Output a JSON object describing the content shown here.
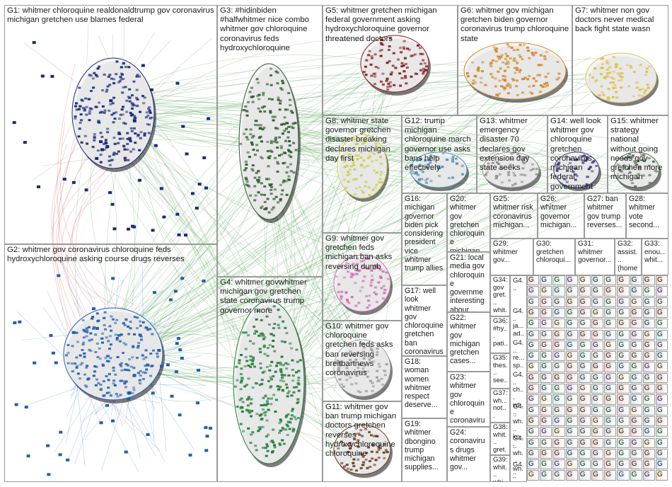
{
  "graph": {
    "edge_colors": {
      "green": "#2e8b2e",
      "blue": "#2f6fd6",
      "red": "#d04040",
      "grey": "#7f7f7f"
    },
    "groups": [
      {
        "id": "G1",
        "label": "G1: whitmer chloroquine realdonaldtrump gov coronavirus michigan gretchen use blames federal",
        "color": "#1a2a7a"
      },
      {
        "id": "G2",
        "label": "G2: whitmer gov coronavirus chloroquine feds hydroxychloroquine asking course drugs reverses",
        "color": "#1f5fb0"
      },
      {
        "id": "G3",
        "label": "G3: #hidinbiden #halfwhitmer nice combo whitmer gov chloroquine coronavirus feds hydroxychloroquine",
        "color": "#2e5a2e"
      },
      {
        "id": "G4",
        "label": "G4: whitmer govwhitmer michigan gov gretchen state coronavirus trump governor more",
        "color": "#1f7a3a"
      },
      {
        "id": "G5",
        "label": "G5: whitmer gretchen michigan federal government asking hydroxychloroquine governor threatened doctors",
        "color": "#8a1a1a"
      },
      {
        "id": "G6",
        "label": "G6: whitmer gov michigan gretchen biden governor coronavirus trump chloroquine state",
        "color": "#d4892a"
      },
      {
        "id": "G7",
        "label": "G7: whitmer non gov doctors never medical back fight state wasn",
        "color": "#e0c050"
      },
      {
        "id": "G8",
        "label": "G8: whitmer state governor gretchen disaster breaking declares michigan day first",
        "color": "#c8d040"
      },
      {
        "id": "G9",
        "label": "G9: whitmer gov gretchen feds michigan ban asks reversing dumb",
        "color": "#d070b0"
      },
      {
        "id": "G10",
        "label": "G10: whitmer gov chloroquine gretchen feds asks ban reversing breitbartnews coronavirus",
        "color": "#a0a0a0"
      },
      {
        "id": "G11",
        "label": "G11: whitmer gov ban trump michigan doctors gretchen reverses hydroxychloroquine chloroquine",
        "color": "#6a3a1a"
      },
      {
        "id": "G12",
        "label": "G12: trump michigan chloroquine march governor use asks bans help effectively",
        "color": "#4a8ab0"
      },
      {
        "id": "G13",
        "label": "G13: whitmer emergency disaster 70 declares gov extension day state seeks",
        "color": "#909090"
      },
      {
        "id": "G14",
        "label": "G14: well look whitmer gov chloroquine gretchen coronavirus michigan federal government",
        "color": "#3a3a8a"
      },
      {
        "id": "G15",
        "label": "G15: whitmer strategy national without going needs gov gretchen more michigan",
        "color": "#4a6a4a"
      },
      {
        "id": "G16",
        "label": "G16: michigan governor biden pick considering president vice whitmer trump allies",
        "color": "#6a6a6a"
      },
      {
        "id": "G17",
        "label": "G17: well look whitmer gov chloroquine gretchen ban coronavirus...",
        "color": "#8a8a4a"
      },
      {
        "id": "G18",
        "label": "G18: woman women whitmer respect deserve...",
        "color": "#a05050"
      },
      {
        "id": "G19",
        "label": "G19: whitmer dbongino trump michigan supplies...",
        "color": "#5050a0"
      },
      {
        "id": "G20",
        "label": "G20: whitmer gov gretchen chloroquine michigan...",
        "color": "#508050"
      },
      {
        "id": "G21",
        "label": "G21: local media gov chloroquine governme interesting abour...",
        "color": "#807050"
      },
      {
        "id": "G22",
        "label": "G22: whitmer gov michigan gretchen cases...",
        "color": "#705080"
      },
      {
        "id": "G23",
        "label": "G23: whitmer gov chloroquine coronavirus feds...",
        "color": "#507080"
      },
      {
        "id": "G24",
        "label": "G24: coronavirus drugs whitmer gov...",
        "color": "#806050"
      },
      {
        "id": "G25",
        "label": "G25: whitmer risk coronavirus michigan...",
        "color": "#505050"
      },
      {
        "id": "G26",
        "label": "G26: whitmer governor michigan...",
        "color": "#607060"
      },
      {
        "id": "G27",
        "label": "G27: ban whitmer gov trump reverses...",
        "color": "#704040"
      },
      {
        "id": "G28",
        "label": "G28: whitmer vote second...",
        "color": "#404070"
      },
      {
        "id": "G29",
        "label": "G29: whitmer gov...",
        "color": "#606060"
      },
      {
        "id": "G30",
        "label": "G30: gretchen chloroqui...",
        "color": "#606060"
      },
      {
        "id": "G31",
        "label": "G31: whitmer governor...",
        "color": "#606060"
      },
      {
        "id": "G32",
        "label": "G32: assist... (home...",
        "color": "#606060"
      },
      {
        "id": "G33",
        "label": "G33: enou... whit...",
        "color": "#606060"
      },
      {
        "id": "G34",
        "label": "G34: gov gret... whit...",
        "color": "#606060"
      },
      {
        "id": "G35",
        "label": "G35: thes... see...",
        "color": "#606060"
      },
      {
        "id": "G36",
        "label": "G36: #hy... pati...",
        "color": "#606060"
      },
      {
        "id": "G37",
        "label": "G37: wh... not...",
        "color": "#606060"
      },
      {
        "id": "G38",
        "label": "G38: whit... gret...",
        "color": "#606060"
      },
      {
        "id": "G39",
        "label": "G39: whit... whi...",
        "color": "#606060"
      }
    ],
    "micro_labels": {
      "g4x_col": [
        "G4...",
        "G4... ja... ad...",
        "G4... re... sp...",
        "G4... ch... wh...",
        "G4... wh... kn...",
        "G4... wh... wh...",
        "G4...",
        "G4..."
      ],
      "cell_prefix": "G"
    }
  }
}
